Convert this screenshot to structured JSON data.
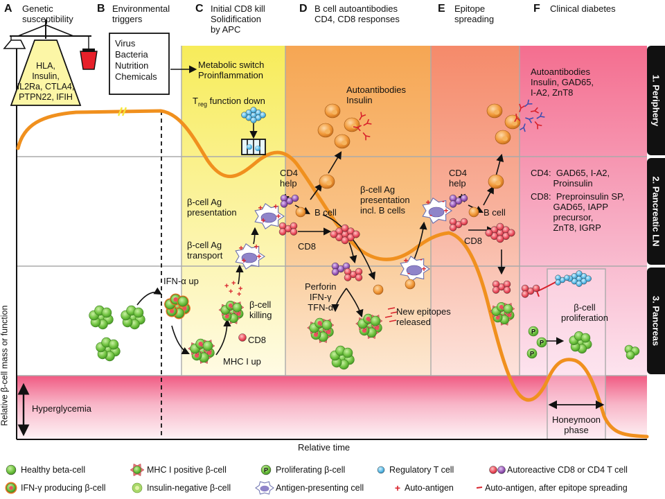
{
  "stages": [
    {
      "letter": "A",
      "title": "Genetic\nsusceptibility"
    },
    {
      "letter": "B",
      "title": "Environmental\ntriggers"
    },
    {
      "letter": "C",
      "title": "Initial CD8 kill\nSolidification\nby APC"
    },
    {
      "letter": "D",
      "title": "B cell autoantibodies\nCD4, CD8 responses"
    },
    {
      "letter": "E",
      "title": "Epitope\nspreading"
    },
    {
      "letter": "F",
      "title": "Clinical diabetes"
    }
  ],
  "genes_box": "HLA,\nInsulin,\nIL2Ra, CTLA4,\nPTPN22, IFIH",
  "triggers_box": "Virus\nBacteria\nNutrition\nChemicals",
  "rows": [
    "1. Periphery",
    "2. Pancreatic LN",
    "3. Pancreas"
  ],
  "labels": {
    "metabolic": "Metabolic switch\nProinflammation",
    "treg_t": "T",
    "treg_sub": "reg",
    "treg_rest": " function down",
    "autoab_d": "Autoantibodies\nInsulin",
    "autoab_f": "Autoantibodies\nInsulin, GAD65,\nI-A2, ZnT8",
    "cd4_help_d": "CD4\nhelp",
    "cd4_help_e": "CD4\nhelp",
    "b_cell_d": "B cell",
    "b_cell_e": "B cell",
    "cd8_d": "CD8",
    "cd8_e": "CD8",
    "cd8_c": "CD8",
    "ag_presentation_c": "β-cell Ag\npresentation",
    "ag_presentation_d": "β-cell Ag\npresentation\nincl. B cells",
    "ag_transport": "β-cell Ag\ntransport",
    "ifn_up": "IFN-α up",
    "b_killing": "β-cell\nkilling",
    "mhc_up": "MHC I up",
    "perforin": "Perforin\nIFN-γ\nTFN-α",
    "new_epitopes": "New epitopes\nreleased",
    "cd4_f": "CD4:  GAD65, I-A2,\n         Proinsulin",
    "cd8_f": "CD8:  Preproinsulin SP,\n         GAD65, IAPP\n         precursor,\n         ZnT8, IGRP",
    "b_prolif": "β-cell\nproliferation",
    "hyperglycemia": "Hyperglycemia",
    "honeymoon": "Honeymoon\nphase",
    "y_axis": "Relative β-cell mass or function",
    "x_axis": "Relative time"
  },
  "legend": [
    "Healthy beta-cell",
    "MHC I positive β-cell",
    "Proliferating β-cell",
    "Regulatory T cell",
    "Autoreactive CD8 or CD4 T cell",
    "IFN-γ producing β-cell",
    "Insulin-negative β-cell",
    "Antigen-presenting cell",
    "Auto-antigen",
    "Auto-antigen, after epitope spreading"
  ],
  "proliferating_mark": "P",
  "colors": {
    "curve": "#f0901e",
    "yellow_band": "#fcf6a6",
    "orange_band": "#f9b671",
    "pink_band": "#f7a0b6",
    "red_mark": "#d8202a",
    "green_cell": "#77c84a",
    "treg": "#55b7e6",
    "autoreactive": "#e54a5a",
    "cd4_purple": "#9a5ab8"
  }
}
